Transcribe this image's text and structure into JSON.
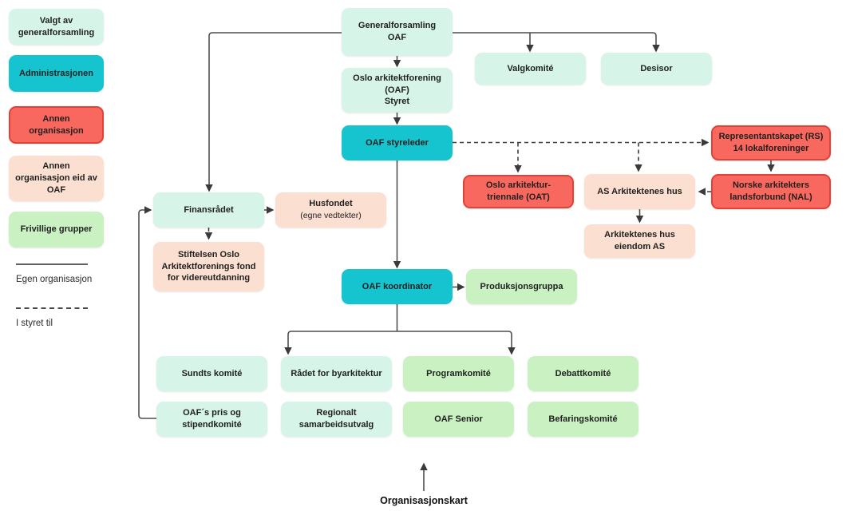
{
  "colors": {
    "elected_mint": "#d6f5e8",
    "administration_teal": "#15c4cf",
    "other_org_red": "#f9685e",
    "other_org_red_border": "#df4236",
    "owned_peach": "#fbdfd0",
    "volunteer_green": "#c9f1c2",
    "connector_gray": "#4f4f4f"
  },
  "legend": {
    "items": [
      {
        "label": "Valgt av generalforsamling",
        "type": "mint"
      },
      {
        "label": "Administrasjonen",
        "type": "teal"
      },
      {
        "label": "Annen organisasjon",
        "type": "red"
      },
      {
        "label": "Annen organisasjon eid av OAF",
        "type": "peach"
      },
      {
        "label": "Frivillige grupper",
        "type": "green"
      }
    ],
    "solid_line_label": "Egen organisasjon",
    "dashed_line_label": "I styret til"
  },
  "nodes": {
    "generalforsamling": {
      "lines": [
        "Generalforsamling",
        "OAF"
      ]
    },
    "valgkomite": {
      "label": "Valgkomité"
    },
    "desisor": {
      "label": "Desisor"
    },
    "styret": {
      "lines": [
        "Oslo arkitektforening",
        "(OAF)",
        "Styret"
      ]
    },
    "styreleder": {
      "label": "OAF styreleder"
    },
    "oat": {
      "lines": [
        "Oslo arkitektur-",
        "triennale (OAT)"
      ]
    },
    "as_arkitektenes_hus": {
      "label": "AS Arkitektenes hus"
    },
    "representantskapet": {
      "lines": [
        "Representantskapet (RS)",
        "14 lokalforeninger"
      ]
    },
    "nal": {
      "lines": [
        "Norske arkitekters",
        "landsforbund (NAL)"
      ]
    },
    "arkitektenes_hus_eiendom": {
      "lines": [
        "Arkitektenes hus",
        "eiendom AS"
      ]
    },
    "finansradet": {
      "label": "Finansrådet"
    },
    "husfondet": {
      "title": "Husfondet",
      "subtitle": "(egne vedtekter)"
    },
    "stiftelsen": {
      "lines": [
        "Stiftelsen Oslo",
        "Arkitektforenings fond",
        "for videreutdanning"
      ]
    },
    "koordinator": {
      "label": "OAF koordinator"
    },
    "produksjonsgruppa": {
      "label": "Produksjonsgruppa"
    },
    "sundts_komite": {
      "label": "Sundts komité"
    },
    "radet_for_byarkitektur": {
      "label": "Rådet for byarkitektur"
    },
    "programkomite": {
      "label": "Programkomité"
    },
    "debattkomite": {
      "label": "Debattkomité"
    },
    "oaf_pris": {
      "lines": [
        "OAF´s pris og",
        "stipendkomité"
      ]
    },
    "regionalt": {
      "lines": [
        "Regionalt",
        "samarbeidsutvalg"
      ]
    },
    "oaf_senior": {
      "label": "OAF Senior"
    },
    "befaringskomite": {
      "label": "Befaringskomité"
    }
  },
  "caption": "Organisasjonskart"
}
